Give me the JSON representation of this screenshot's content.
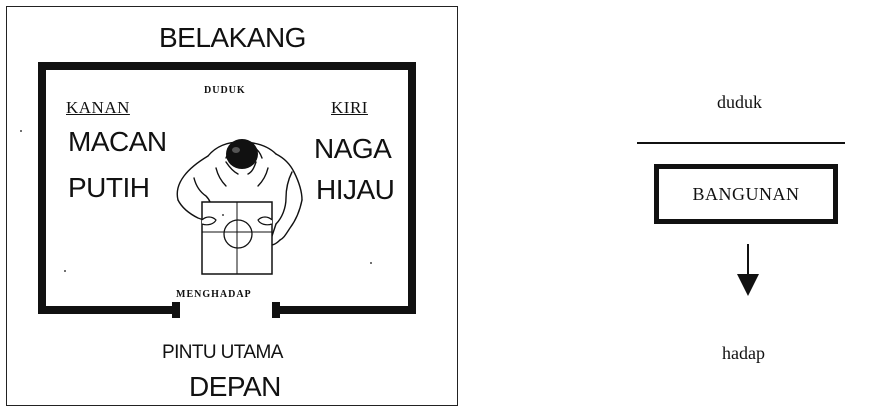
{
  "left_diagram": {
    "back_label": "BELAKANG",
    "sit_label": "DUDUK",
    "right_label": "KANAN",
    "left_label": "KIRI",
    "white_tiger_line1": "MACAN",
    "white_tiger_line2": "PUTIH",
    "green_dragon_line1": "NAGA",
    "green_dragon_line2": "HIJAU",
    "facing_label": "MENGHADAP",
    "main_door_label": "PINTU UTAMA",
    "front_label": "DEPAN"
  },
  "right_diagram": {
    "sit_label": "duduk",
    "building_label": "BANGUNAN",
    "facing_label": "hadap"
  }
}
